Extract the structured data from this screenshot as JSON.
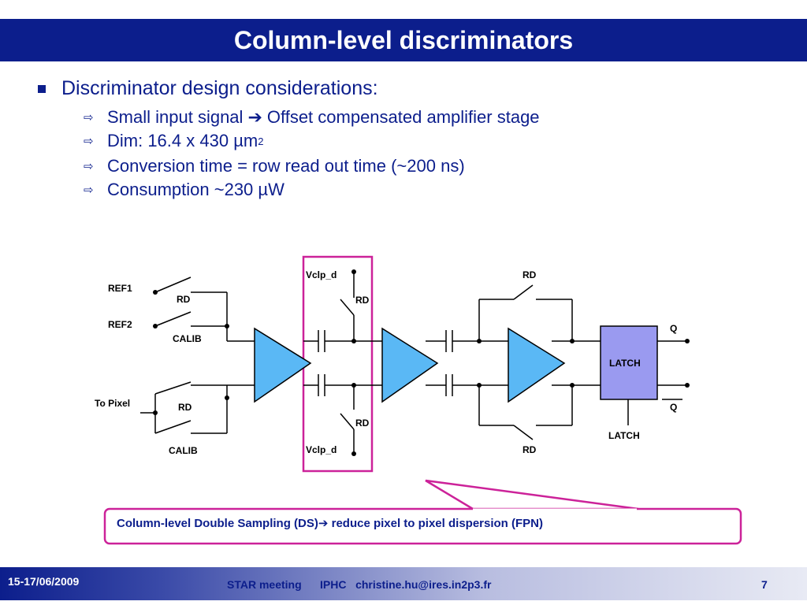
{
  "title": "Column-level discriminators",
  "main_bullet": "Discriminator design considerations:",
  "sub_bullets": [
    {
      "text_a": "Small input signal",
      "arrow": "➔",
      "text_b": "Offset compensated amplifier stage"
    },
    {
      "text_a": "Dim: 16.4 x 430 µm",
      "sup": "2"
    },
    {
      "text_a": "Conversion time = row read out time (~200 ns)"
    },
    {
      "text_a": "Consumption ~230 µW"
    }
  ],
  "sub_bullet_icon": "hollow-arrow-icon",
  "diagram": {
    "ref1": "REF1",
    "ref2": "REF2",
    "to_pixel": "To Pixel",
    "rd": "RD",
    "calib": "CALIB",
    "vclp_d": "Vclp_d",
    "latch_block": "LATCH",
    "latch_input": "LATCH",
    "q": "Q",
    "q_bar": "Q"
  },
  "callout": {
    "text_a": "Column-level Double Sampling (DS)",
    "arrow": "➔",
    "text_b": " reduce pixel to pixel dispersion (FPN)"
  },
  "footer": {
    "date": "15-17/06/2009",
    "meeting": "STAR meeting      IPHC   christine.hu@ires.in2p3.fr",
    "page": "7"
  },
  "colors": {
    "title_bg": "#0c1e8c",
    "text": "#0c1e8c",
    "amplifier_fill": "#5ab8f5",
    "latch_fill": "#9a9af0",
    "highlight_box": "#cc2299"
  }
}
